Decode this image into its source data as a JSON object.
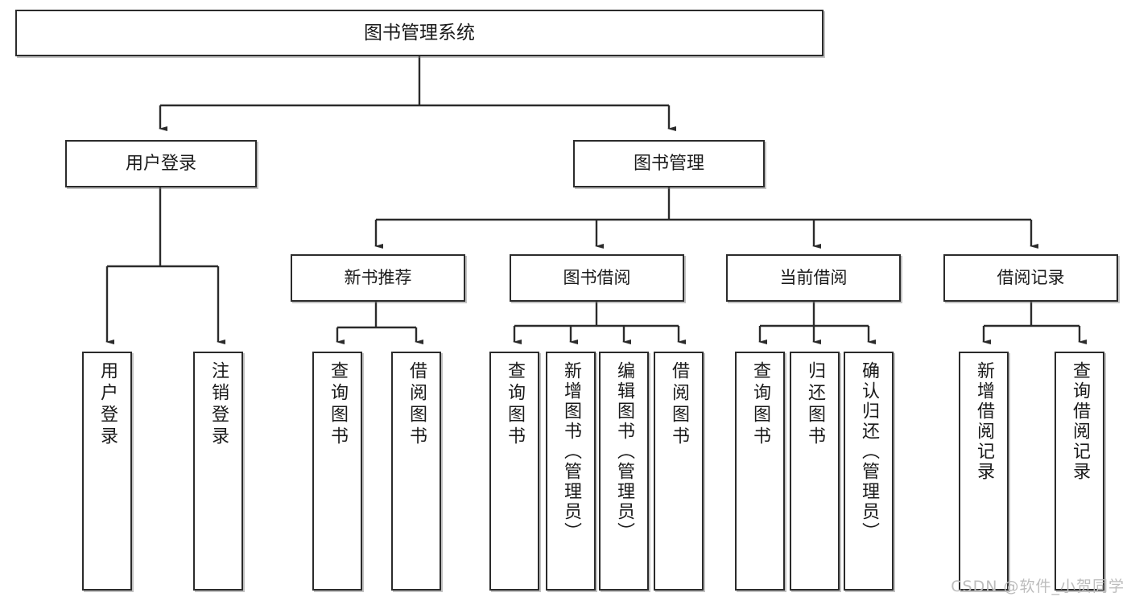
{
  "diagram": {
    "type": "tree-hierarchy-chart",
    "title": "图书管理系统",
    "watermark": "CSDN @软件_小贺同学",
    "colors": {
      "stroke": "#2b2b2b",
      "fill": "#ffffff",
      "text": "#1a1a1a",
      "watermark": "#bdbdbd"
    },
    "nodes": {
      "root": {
        "label": "图书管理系统"
      },
      "level2": [
        {
          "id": "user-login",
          "label": "用户登录"
        },
        {
          "id": "book-management",
          "label": "图书管理"
        }
      ],
      "level3": [
        {
          "id": "new-book-recommend",
          "label": "新书推荐"
        },
        {
          "id": "book-borrow",
          "label": "图书借阅"
        },
        {
          "id": "current-borrow",
          "label": "当前借阅"
        },
        {
          "id": "borrow-record",
          "label": "借阅记录"
        }
      ],
      "leaves": {
        "user_login": [
          {
            "id": "leaf-user-login",
            "label": "用户登录"
          },
          {
            "id": "leaf-logout",
            "label": "注销登录"
          }
        ],
        "new_book_recommend": [
          {
            "id": "leaf-query-book-1",
            "label": "查询图书"
          },
          {
            "id": "leaf-borrow-book-1",
            "label": "借阅图书"
          }
        ],
        "book_borrow": [
          {
            "id": "leaf-query-book-2",
            "label": "查询图书"
          },
          {
            "id": "leaf-add-book",
            "label": "新增图书（管理员）"
          },
          {
            "id": "leaf-edit-book",
            "label": "编辑图书（管理员）"
          },
          {
            "id": "leaf-borrow-book-2",
            "label": "借阅图书"
          }
        ],
        "current_borrow": [
          {
            "id": "leaf-query-book-3",
            "label": "查询图书"
          },
          {
            "id": "leaf-return-book",
            "label": "归还图书"
          },
          {
            "id": "leaf-confirm-return",
            "label": "确认归还（管理员）"
          }
        ],
        "borrow_record": [
          {
            "id": "leaf-add-record",
            "label": "新增借阅记录"
          },
          {
            "id": "leaf-query-record",
            "label": "查询借阅记录"
          }
        ]
      }
    }
  }
}
